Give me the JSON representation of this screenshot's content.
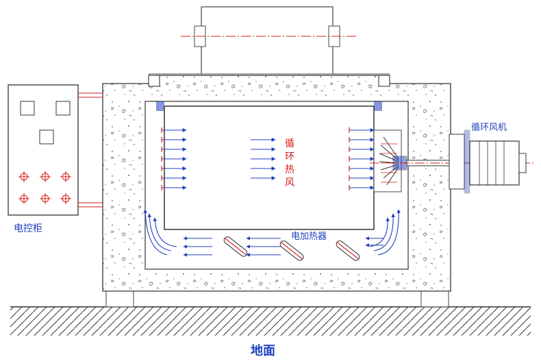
{
  "labels": {
    "control_cabinet": "电控柜",
    "circulation_fan": "循环风机",
    "circulating_hot_air": [
      "循",
      "环",
      "热",
      "风"
    ],
    "electric_heater": "电加热器",
    "ground": "地面"
  },
  "colors": {
    "label_blue": "#1f3fbf",
    "hot_air_red": "#d91a1a",
    "airflow_blue": "#1f3fbf",
    "heater_red": "#d91a1a",
    "line": "#333333",
    "centerline_red": "#d91a1a"
  },
  "icons": {
    "heater": "heater-rod-icon",
    "fan": "fan-impeller-icon",
    "motor": "motor-icon",
    "indicator": "indicator-light-icon"
  }
}
